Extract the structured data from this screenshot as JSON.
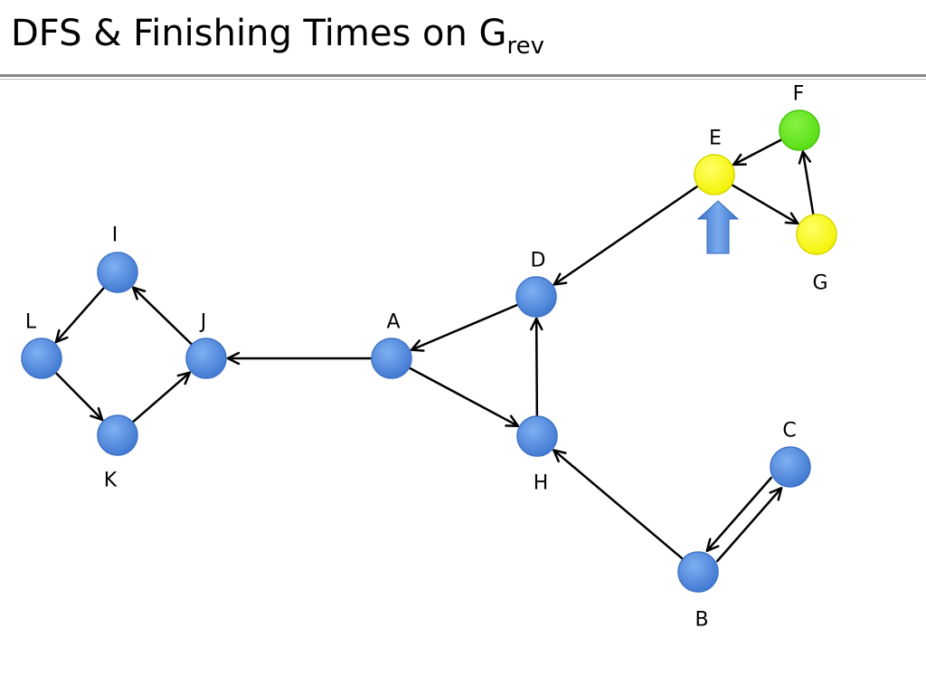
{
  "title": {
    "main": "DFS & Finishing Times on G",
    "sub": "rev"
  },
  "colors": {
    "unvisited": "#5b8fe0",
    "active": "#ffff00",
    "finished": "#66ee22",
    "edge": "#000000",
    "arrow_marker": "#4f86d6"
  },
  "graph": {
    "nodes": [
      {
        "id": "I",
        "label": "I",
        "state": "unvisited"
      },
      {
        "id": "L",
        "label": "L",
        "state": "unvisited"
      },
      {
        "id": "J",
        "label": "J",
        "state": "unvisited"
      },
      {
        "id": "K",
        "label": "K",
        "state": "unvisited"
      },
      {
        "id": "A",
        "label": "A",
        "state": "unvisited"
      },
      {
        "id": "D",
        "label": "D",
        "state": "unvisited"
      },
      {
        "id": "H",
        "label": "H",
        "state": "unvisited"
      },
      {
        "id": "E",
        "label": "E",
        "state": "active"
      },
      {
        "id": "F",
        "label": "F",
        "state": "finished"
      },
      {
        "id": "G",
        "label": "G",
        "state": "active"
      },
      {
        "id": "C",
        "label": "C",
        "state": "unvisited"
      },
      {
        "id": "B",
        "label": "B",
        "state": "unvisited"
      }
    ],
    "edges": [
      {
        "from": "I",
        "to": "L"
      },
      {
        "from": "L",
        "to": "K"
      },
      {
        "from": "K",
        "to": "J"
      },
      {
        "from": "J",
        "to": "I"
      },
      {
        "from": "A",
        "to": "J"
      },
      {
        "from": "D",
        "to": "A"
      },
      {
        "from": "A",
        "to": "H"
      },
      {
        "from": "H",
        "to": "D"
      },
      {
        "from": "E",
        "to": "D"
      },
      {
        "from": "F",
        "to": "E"
      },
      {
        "from": "E",
        "to": "G"
      },
      {
        "from": "G",
        "to": "F"
      },
      {
        "from": "B",
        "to": "H"
      },
      {
        "from": "C",
        "to": "B"
      },
      {
        "from": "B",
        "to": "C"
      }
    ],
    "current_marker_node": "E"
  }
}
